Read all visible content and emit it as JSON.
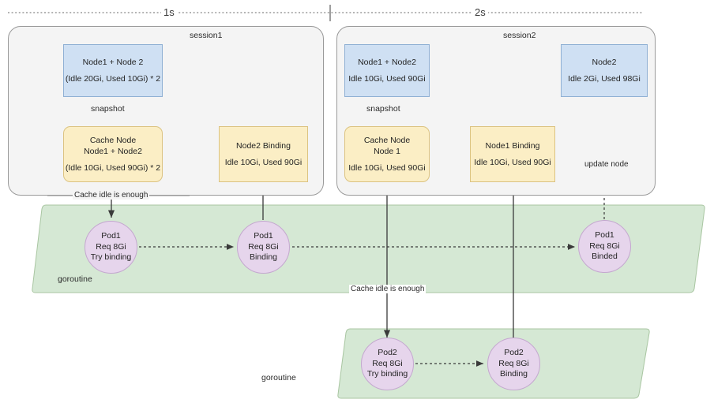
{
  "timeline": {
    "ticks": [
      {
        "label": "1s"
      },
      {
        "label": "2s"
      }
    ]
  },
  "sessions": [
    {
      "title": "session1",
      "node_box": {
        "line1": "Node1 + Node 2",
        "line2": "(Idle 20Gi, Used 10Gi) * 2"
      },
      "snapshot_label": "snapshot",
      "cache_box": {
        "line1": "Cache Node",
        "line2": "Node1 + Node2",
        "line3": "(Idle 10Gi, Used 90Gi) * 2"
      },
      "binding_box": {
        "line1": "Node2 Binding",
        "line2": "Idle 10Gi, Used 90Gi"
      },
      "cache_idle_label": "Cache idle is enough"
    },
    {
      "title": "session2",
      "node_box": {
        "line1": "Node1 + Node2",
        "line2": "Idle 10Gi, Used 90Gi"
      },
      "node2_box": {
        "line1": "Node2",
        "line2": "Idle 2Gi, Used 98Gi"
      },
      "snapshot_label": "snapshot",
      "cache_box": {
        "line1": "Cache Node",
        "line2": "Node 1",
        "line3": "Idle 10Gi, Used 90Gi"
      },
      "binding_box": {
        "line1": "Node1 Binding",
        "line2": "Idle 10Gi, Used 90Gi"
      },
      "update_node_label": "update node",
      "cache_idle_label": "Cache idle is enough"
    }
  ],
  "goroutines": [
    {
      "label": "goroutine",
      "pods": [
        {
          "line1": "Pod1",
          "line2": "Req 8Gi",
          "line3": "Try binding"
        },
        {
          "line1": "Pod1",
          "line2": "Req 8Gi",
          "line3": "Binding"
        },
        {
          "line1": "Pod1",
          "line2": "Req 8Gi",
          "line3": "Binded"
        }
      ]
    },
    {
      "label": "goroutine",
      "pods": [
        {
          "line1": "Pod2",
          "line2": "Req 8Gi",
          "line3": "Try binding"
        },
        {
          "line1": "Pod2",
          "line2": "Req 8Gi",
          "line3": "Binding"
        }
      ]
    }
  ],
  "colors": {
    "blue_fill": "#cfe0f3",
    "blue_stroke": "#8fb0d4",
    "yellow_fill": "#fbeec5",
    "yellow_stroke": "#dcc381",
    "purple_fill": "#e6d5ec",
    "purple_stroke": "#c4a8cf",
    "green_fill": "#d5e8d4",
    "green_stroke": "#a9c6a2",
    "session_fill": "#f4f4f4",
    "session_stroke": "#9a9a9a",
    "line": "#3a3a3a"
  }
}
